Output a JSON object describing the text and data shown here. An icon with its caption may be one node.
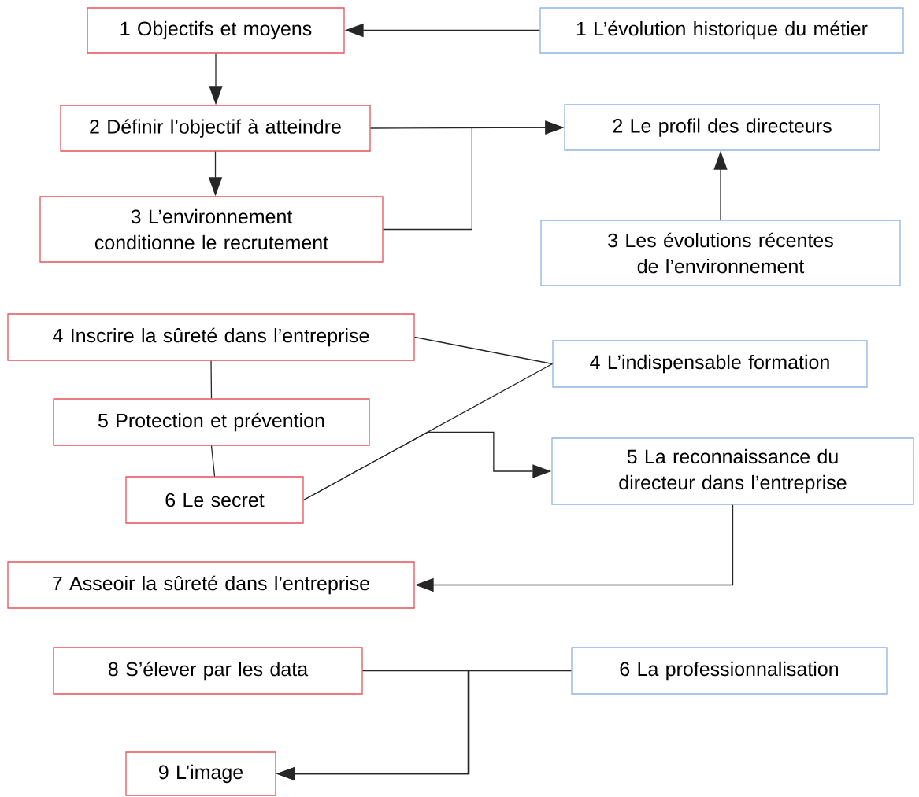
{
  "diagram": {
    "nodes": [
      {
        "text": [
          "1 Objectifs et moyens"
        ]
      },
      {
        "text": [
          "1 L’évolution historique du métier"
        ]
      },
      {
        "text": [
          "2 Définir l’objectif à atteindre"
        ]
      },
      {
        "text": [
          "2 Le profil des directeurs"
        ]
      },
      {
        "text": [
          "3 L’environnement conditionne le recrutement"
        ]
      },
      {
        "text": [
          "3 Les évolutions récentes de l’environnement"
        ]
      },
      {
        "text": [
          "4 Inscrire la sûreté dans l’entreprise"
        ]
      },
      {
        "text": [
          "4 L’indispensable formation"
        ]
      },
      {
        "text": [
          "5 Protection et prévention"
        ]
      },
      {
        "text": [
          "5 La reconnaissance du directeur dans l’entreprise"
        ]
      },
      {
        "text": [
          "6 Le secret"
        ]
      },
      {
        "text": [
          "7 Asseoir la sûreté dans l’entreprise"
        ]
      },
      {
        "text": [
          "8 S’élever par les data"
        ]
      },
      {
        "text": [
          "6 La professionnalisation"
        ]
      },
      {
        "text": [
          "9 L’image"
        ]
      }
    ],
    "edges": [
      {
        "from": 1,
        "to": 0,
        "arrow": "to"
      },
      {
        "from": 0,
        "to": 2,
        "arrow": "to"
      },
      {
        "from": 2,
        "to": 4,
        "arrow": "to"
      },
      {
        "from": 2,
        "to": 3,
        "arrow": "to"
      },
      {
        "from": 4,
        "to": 3,
        "arrow": "to"
      },
      {
        "from": 5,
        "to": 3,
        "arrow": "to"
      },
      {
        "from": 6,
        "to": 7,
        "arrow": "none"
      },
      {
        "from": 10,
        "to": 7,
        "arrow": "none"
      },
      {
        "from": 6,
        "to": 8,
        "arrow": "none"
      },
      {
        "from": 8,
        "to": 10,
        "arrow": "none"
      },
      {
        "from": 10,
        "to": 9,
        "arrow": "to"
      },
      {
        "from": 9,
        "to": 11,
        "arrow": "to"
      },
      {
        "from": 12,
        "to": 14,
        "arrow": "to"
      },
      {
        "from": 13,
        "to": 14,
        "arrow": "to"
      }
    ]
  }
}
